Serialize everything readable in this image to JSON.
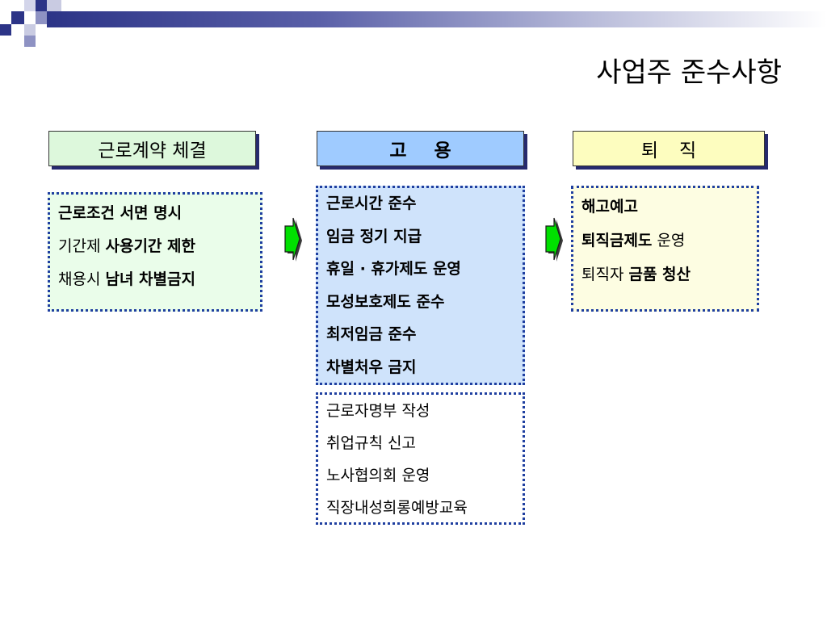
{
  "slide": {
    "title": "사업주 준수사항"
  },
  "colors": {
    "accent_navy": "#2c3487",
    "header_green": "#ddf8dc",
    "header_blue": "#9fcbff",
    "header_yellow": "#fdfdbf",
    "box_green": "#eafdea",
    "box_blue": "#cfe3fb",
    "box_yellow": "#fdfde2",
    "arrow_green": "#00e000"
  },
  "columns": [
    {
      "header": "근로계약 체결",
      "items": [
        {
          "normal": "",
          "bold": "근로조건 서면 명시"
        },
        {
          "normal": "기간제 ",
          "bold": "사용기간 제한"
        },
        {
          "normal": "채용시 ",
          "bold": "남녀 차별금지"
        }
      ]
    },
    {
      "header": "고용",
      "items": [
        "근로시간 준수",
        "임금 정기 지급",
        "휴일 · 휴가제도 운영",
        "모성보호제도 준수",
        "최저임금 준수",
        "차별처우 금지"
      ],
      "extra_items": [
        "근로자명부 작성",
        "취업규칙 신고",
        "노사협의회 운영",
        "직장내성희롱예방교육"
      ]
    },
    {
      "header": "퇴직",
      "items": [
        {
          "bold": "해고예고",
          "normal": ""
        },
        {
          "bold": "퇴직금제도",
          "normal": " 운영"
        },
        {
          "normal": "퇴직자 ",
          "bold": "금품 청산"
        }
      ]
    }
  ],
  "icons": {
    "arrow": "arrow-right-icon",
    "decoration": "corner-squares-decoration"
  }
}
